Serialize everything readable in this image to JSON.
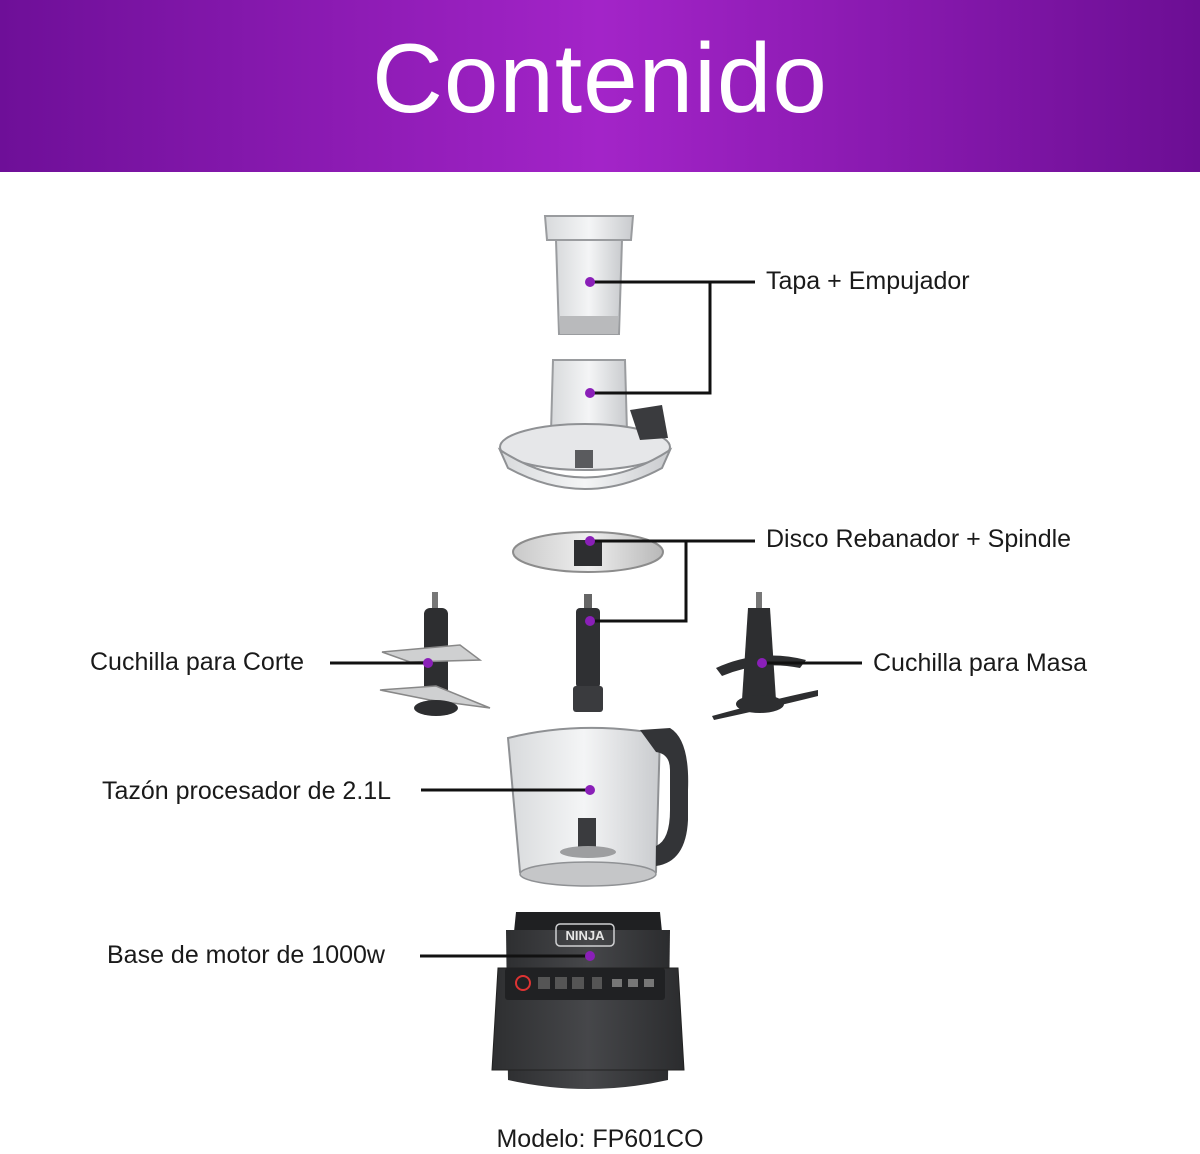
{
  "header": {
    "title": "Contenido"
  },
  "callouts": {
    "lid_pusher": "Tapa + Empujador",
    "slicing_disc": "Disco Rebanador + Spindle",
    "chopping_blade": "Cuchilla para Corte",
    "dough_blade": "Cuchilla para Masa",
    "bowl": "Tazón procesador de 2.1L",
    "motor_base": "Base de motor de 1000w"
  },
  "base_brand": "NINJA",
  "footer": {
    "model": "Modelo: FP601CO"
  },
  "colors": {
    "header_start": "#6e0f98",
    "header_mid": "#a324c8",
    "marker": "#8a1fb8",
    "base": "#3a3b3e"
  }
}
